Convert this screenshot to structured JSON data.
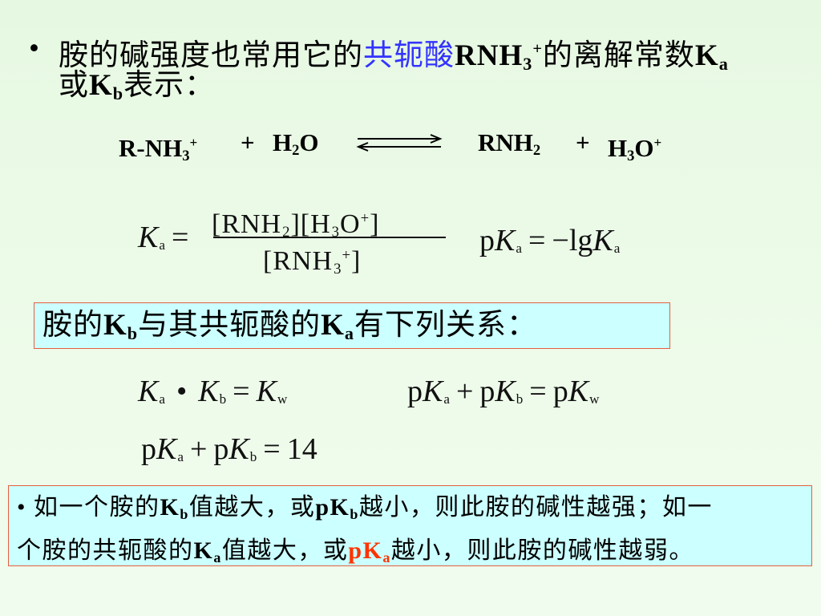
{
  "colors": {
    "highlight_blue": "#3333ff",
    "emphasis_red": "#ff3300",
    "box_fill": "#ccffff",
    "box_border": "#e2603f",
    "background": "#e6f8e2"
  },
  "intro": {
    "bullet": "•",
    "t1": "胺的碱强度也常用它的",
    "highlight": "共轭酸",
    "acid": "RNH",
    "acid_sub": "3",
    "acid_sup": "+",
    "t2": "的离解常数",
    "k1": "K",
    "k1_sub": "a",
    "t3": "或",
    "k2": "K",
    "k2_sub": "b",
    "t4": "表示："
  },
  "reaction": {
    "r1": "R-NH",
    "r1_sub": "3",
    "r1_sup": "+",
    "plus1": "+",
    "r2_h": "H",
    "r2_sub": "2",
    "r2_o": "O",
    "p1": "RNH",
    "p1_sub": "2",
    "plus2": "+",
    "p2_h": "H",
    "p2_sub": "3",
    "p2_o": "O",
    "p2_sup": "+"
  },
  "ka_def": {
    "k": "K",
    "k_sub": "a",
    "eq": "=",
    "num_1": "[RNH",
    "num_1_sub": "2",
    "num_2": "][H",
    "num_2_sub": "3",
    "num_3": "O",
    "num_3_sup": "+",
    "num_4": "]",
    "den_1": "[RNH",
    "den_1_sub": "3",
    "den_1_sup": "+",
    "den_2": "]"
  },
  "pka_def": {
    "p": "p",
    "k": "K",
    "k_sub": "a",
    "eq": "=",
    "neg_lg": "−lg",
    "k2": "K",
    "k2_sub": "a"
  },
  "relation_box": {
    "t1": "胺的",
    "k1": "K",
    "k1_sub": "b",
    "t2": "与其共轭酸的",
    "k2": "K",
    "k2_sub": "a",
    "t3": "有下列关系："
  },
  "product_eq": {
    "k1": "K",
    "k1_sub": "a",
    "dot": "•",
    "k2": "K",
    "k2_sub": "b",
    "eq": "=",
    "k3": "K",
    "k3_sub": "w"
  },
  "pk_sum_eq": {
    "p1": "p",
    "k1": "K",
    "k1_sub": "a",
    "plus": "+",
    "p2": "p",
    "k2": "K",
    "k2_sub": "b",
    "eq": "=",
    "p3": "p",
    "k3": "K",
    "k3_sub": "w"
  },
  "pk_sum_value": {
    "p1": "p",
    "k1": "K",
    "k1_sub": "a",
    "plus": "+",
    "p2": "p",
    "k2": "K",
    "k2_sub": "b",
    "eq": "=",
    "value": "14"
  },
  "conclusion": {
    "bullet": "•",
    "l1_a": " 如一个胺的",
    "l1_k": "K",
    "l1_k_sub": "b",
    "l1_b": "值越大，或",
    "l1_pk": "pK",
    "l1_pk_sub": "b",
    "l1_c": "越小，则此胺的碱性越强；如一",
    "l2_a": "个胺的共轭酸的",
    "l2_k": "K",
    "l2_k_sub": "a",
    "l2_b": "值越大，或",
    "l2_pk": "pK",
    "l2_pk_sub": "a",
    "l2_c": "越小，则此胺的碱性越弱。"
  }
}
